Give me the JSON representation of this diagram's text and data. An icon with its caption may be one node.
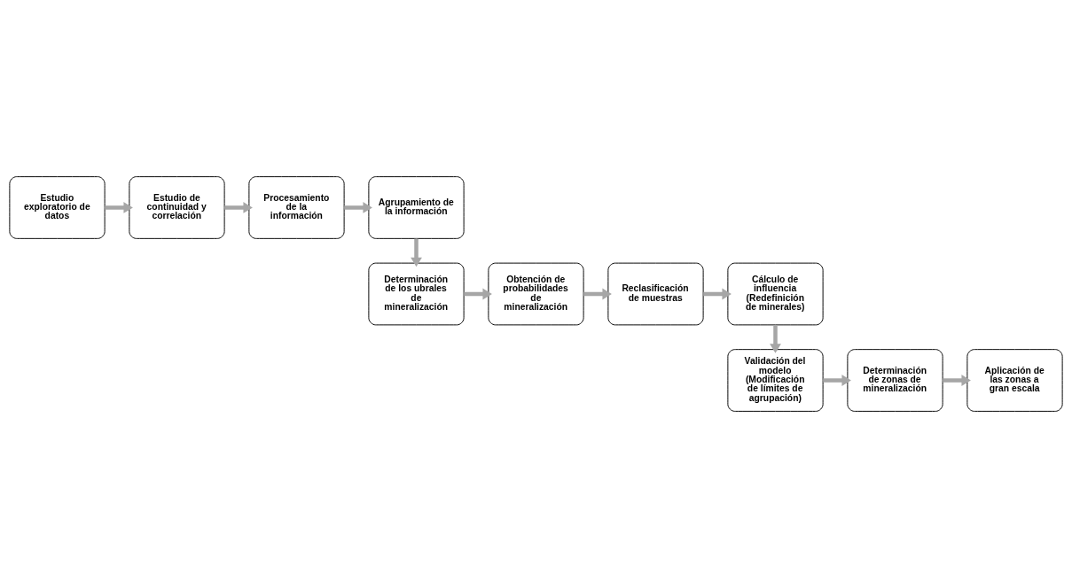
{
  "diagram": {
    "nodes": [
      {
        "text": [
          "Estudio exploratorio de datos"
        ]
      },
      {
        "text": [
          "Estudio de continuidad y correlación"
        ]
      },
      {
        "text": [
          "Procesamiento de la información"
        ]
      },
      {
        "text": [
          "Agrupamiento de la información"
        ]
      },
      {
        "text": [
          "Determinación de los ubrales de mineralización"
        ]
      },
      {
        "text": [
          "Obtención de probabilidades de mineralización"
        ]
      },
      {
        "text": [
          "Reclasificación de muestras"
        ]
      },
      {
        "text": [
          "Cálculo de influencia (Redefinición de minerales)"
        ]
      },
      {
        "text": [
          "Validación del modelo (Modificación de límites de agrupación)"
        ]
      },
      {
        "text": [
          "Determinación de zonas de mineralización"
        ]
      },
      {
        "text": [
          "Aplicación de las zonas a gran escala"
        ]
      }
    ],
    "edges": [
      {
        "from": 0,
        "to": 1,
        "arrow": "to"
      },
      {
        "from": 1,
        "to": 2,
        "arrow": "to"
      },
      {
        "from": 2,
        "to": 3,
        "arrow": "to"
      },
      {
        "from": 3,
        "to": 4,
        "arrow": "to"
      },
      {
        "from": 4,
        "to": 5,
        "arrow": "to"
      },
      {
        "from": 5,
        "to": 6,
        "arrow": "to"
      },
      {
        "from": 6,
        "to": 7,
        "arrow": "to"
      },
      {
        "from": 7,
        "to": 8,
        "arrow": "to"
      },
      {
        "from": 8,
        "to": 9,
        "arrow": "to"
      },
      {
        "from": 9,
        "to": 10,
        "arrow": "to"
      }
    ]
  }
}
